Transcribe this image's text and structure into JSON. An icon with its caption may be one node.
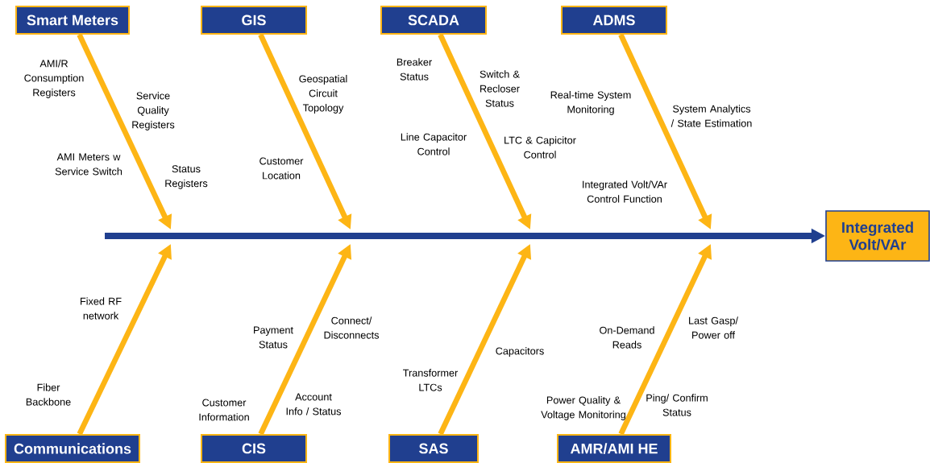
{
  "diagram": {
    "nodes": [
      {
        "text": [
          "Smart Meters"
        ]
      },
      {
        "text": [
          "GIS"
        ]
      },
      {
        "text": [
          "SCADA"
        ]
      },
      {
        "text": [
          "ADMS"
        ]
      },
      {
        "text": [
          "Integrated Volt/VAr"
        ]
      },
      {
        "text": [
          "Communications"
        ]
      },
      {
        "text": [
          "CIS"
        ]
      },
      {
        "text": [
          "SAS"
        ]
      },
      {
        "text": [
          "AMR/AMI HE"
        ]
      }
    ],
    "edges": [
      {
        "from": null,
        "to": 4,
        "arrow": "to",
        "color": "#203f8f"
      },
      {
        "from": 0,
        "to": null,
        "arrow": "to"
      },
      {
        "from": 1,
        "to": null,
        "arrow": "to"
      },
      {
        "from": 2,
        "to": null,
        "arrow": "to"
      },
      {
        "from": 3,
        "to": null,
        "arrow": "to"
      },
      {
        "from": 5,
        "to": null,
        "arrow": "to"
      },
      {
        "from": 6,
        "to": null,
        "arrow": "to"
      },
      {
        "from": 7,
        "to": null,
        "arrow": "to"
      },
      {
        "from": 8,
        "to": null,
        "arrow": "to"
      }
    ],
    "labels": [
      "AMI/R Consumption Registers",
      "Service Quality Registers",
      "AMI Meters w Service Switch",
      "Status Registers",
      "Geospatial Circuit Topology",
      "Customer Location",
      "Breaker Status",
      "Switch & Recloser Status",
      "Line Capacitor Control",
      "LTC & Capicitor Control",
      "Real-time System Monitoring",
      "System Analytics / State Estimation",
      "Integrated Volt/VAr Control Function",
      "Fixed RF network",
      "Fiber Backbone",
      "Payment Status",
      "Connect/ Disconnects",
      "Customer Information",
      "Account Info / Status",
      "Capacitors",
      "Transformer LTCs",
      "On-Demand Reads",
      "Last Gasp/ Power off",
      "Power Quality & Voltage Monitoring",
      "Ping/ Confirm Status"
    ]
  }
}
